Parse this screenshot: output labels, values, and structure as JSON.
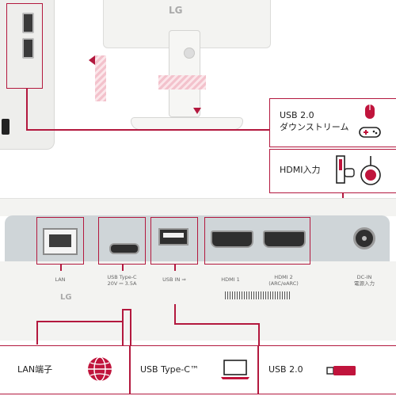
{
  "colors": {
    "accent": "#b3183e",
    "panel": "#cfd5d8",
    "monitor": "#f1f1ef"
  },
  "top_callouts": [
    {
      "label": "USB 2.0\nダウンストリーム",
      "icons": [
        "mouse-icon",
        "gamepad-icon"
      ]
    },
    {
      "label": "HDMI入力",
      "icons": [
        "console-icon",
        "gamepad-controller-icon"
      ]
    }
  ],
  "ports": {
    "lan": "LAN",
    "usb_c": "USB Type-C\n20V ⎓ 3.5A",
    "usb_in": "USB IN ⇒",
    "hdmi1": "HDMI 1",
    "hdmi2": "HDMI 2\n(ARC/eARC)",
    "dc_in": "DC-IN\n電源入力"
  },
  "brand": {
    "logo_text": "LG"
  },
  "bottom_callouts": [
    {
      "label": "LAN端子",
      "icon": "globe-icon"
    },
    {
      "label": "USB Type-C™",
      "icon": "laptop-icon"
    },
    {
      "label": "USB 2.0",
      "icon": "usb-stick-icon"
    }
  ]
}
